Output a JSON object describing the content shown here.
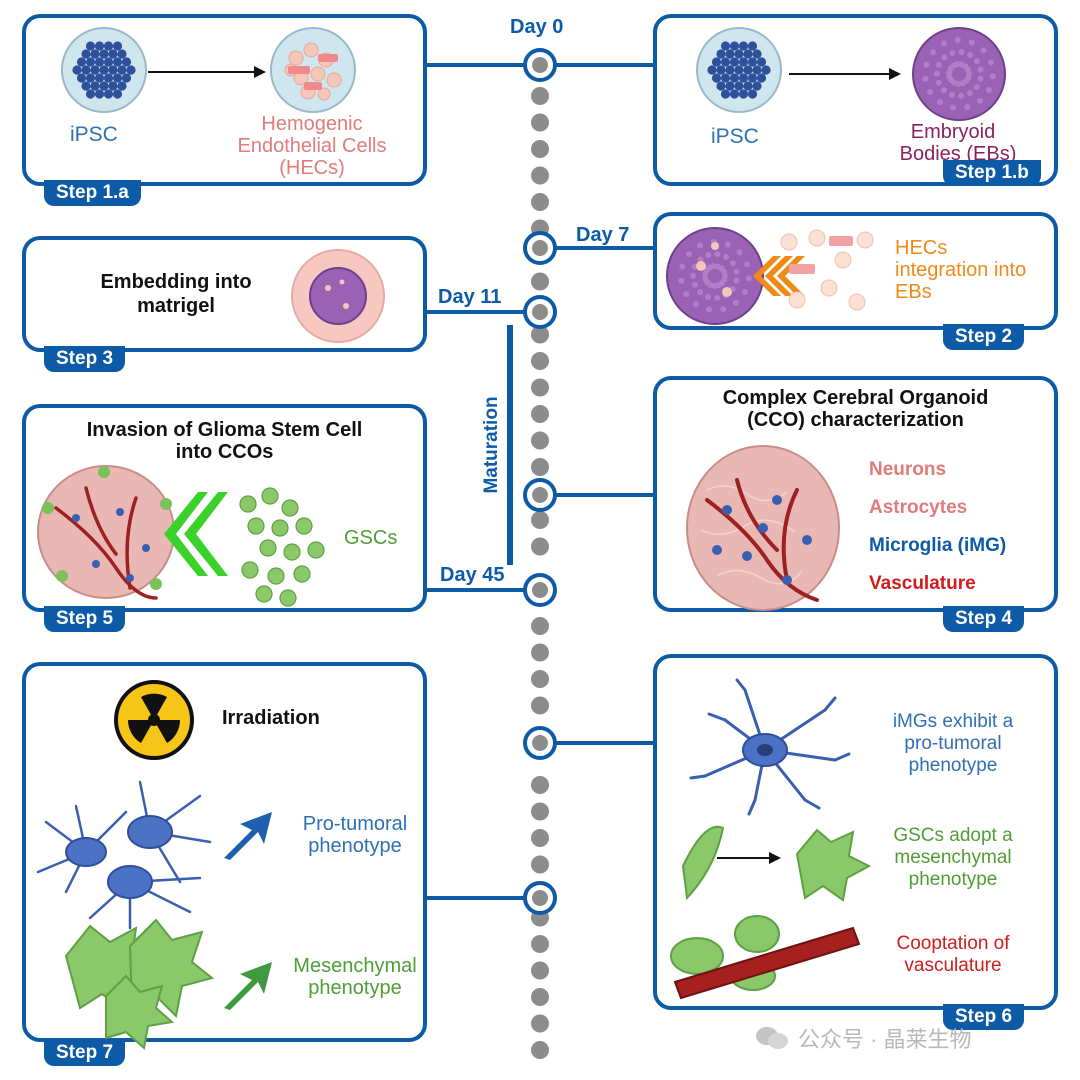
{
  "timeline": {
    "day0": "Day 0",
    "day7": "Day 7",
    "day11": "Day 11",
    "day45": "Day 45",
    "maturation": "Maturation"
  },
  "step1a": {
    "tag": "Step 1.a",
    "ipsc": "iPSC",
    "hec_line1": "Hemogenic",
    "hec_line2": "Endothelial Cells",
    "hec_line3": "(HECs)"
  },
  "step1b": {
    "tag": "Step 1.b",
    "ipsc": "iPSC",
    "eb_line1": "Embryoid",
    "eb_line2": "Bodies (EBs)"
  },
  "step2": {
    "tag": "Step 2",
    "line1": "HECs",
    "line2": "integration into",
    "line3": "EBs"
  },
  "step3": {
    "tag": "Step 3",
    "line1": "Embedding into",
    "line2": "matrigel"
  },
  "step4": {
    "tag": "Step 4",
    "title1": "Complex Cerebral Organoid",
    "title2": "(CCO) characterization",
    "neurons": "Neurons",
    "astrocytes": "Astrocytes",
    "microglia": "Microglia (iMG)",
    "vasculature": "Vasculature"
  },
  "step5": {
    "tag": "Step 5",
    "title1": "Invasion of Glioma Stem Cell",
    "title2": "into CCOs",
    "gscs": "GSCs"
  },
  "step6": {
    "tag": "Step 6",
    "img1": "iMGs exhibit a",
    "img2": "pro-tumoral",
    "img3": "phenotype",
    "gsc1": "GSCs adopt a",
    "gsc2": "mesenchymal",
    "gsc3": "phenotype",
    "coop1": "Cooptation of",
    "coop2": "vasculature"
  },
  "step7": {
    "tag": "Step 7",
    "irradiation": "Irradiation",
    "pro1": "Pro-tumoral",
    "pro2": "phenotype",
    "mes1": "Mesenchymal",
    "mes2": "phenotype"
  },
  "watermark": "公众号 · 晶莱生物",
  "colors": {
    "frame": "#0d5aa7",
    "timeline_dot": "#8c8c8c",
    "pink_text": "#e27b7b",
    "orange_text": "#f08a17",
    "green_text": "#4f9e35",
    "red_text": "#d21c1c"
  }
}
